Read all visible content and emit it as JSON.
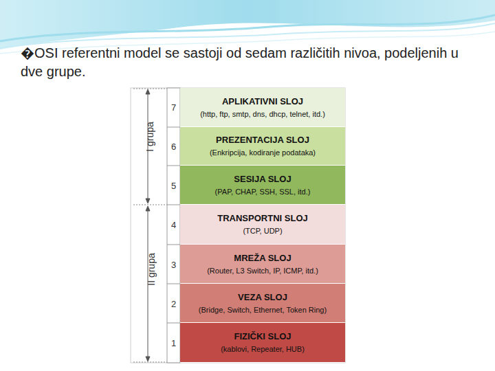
{
  "diagram": {
    "title": "�OSI referentni model se sastoji od sedam različitih nivoa, podeljenih u dve grupe.",
    "nodes": [
      {
        "text": [
          "APLIKATIVNI SLOJ",
          "(http, ftp, smtp, dns, dhcp, telnet, itd.)"
        ]
      },
      {
        "text": [
          "PREZENTACIJA SLOJ",
          "(Enkripcija, kodiranje podataka)"
        ]
      },
      {
        "text": [
          "SESIJA SLOJ",
          "(PAP, CHAP, SSH, SSL, itd.)"
        ]
      },
      {
        "text": [
          "TRANSPORTNI SLOJ",
          "(TCP, UDP)"
        ]
      },
      {
        "text": [
          "MREŽA SLOJ",
          "(Router, L3 Switch, IP, ICMP, itd.)"
        ]
      },
      {
        "text": [
          "VEZA SLOJ",
          "(Bridge, Switch, Ethernet, Token Ring)"
        ]
      },
      {
        "text": [
          "FIZIČKI SLOJ",
          "(kablovi, Repeater, HUB)"
        ]
      }
    ],
    "labels": [
      "7",
      "6",
      "5",
      "4",
      "3",
      "2",
      "1",
      "I grupa",
      "II grupa"
    ]
  }
}
